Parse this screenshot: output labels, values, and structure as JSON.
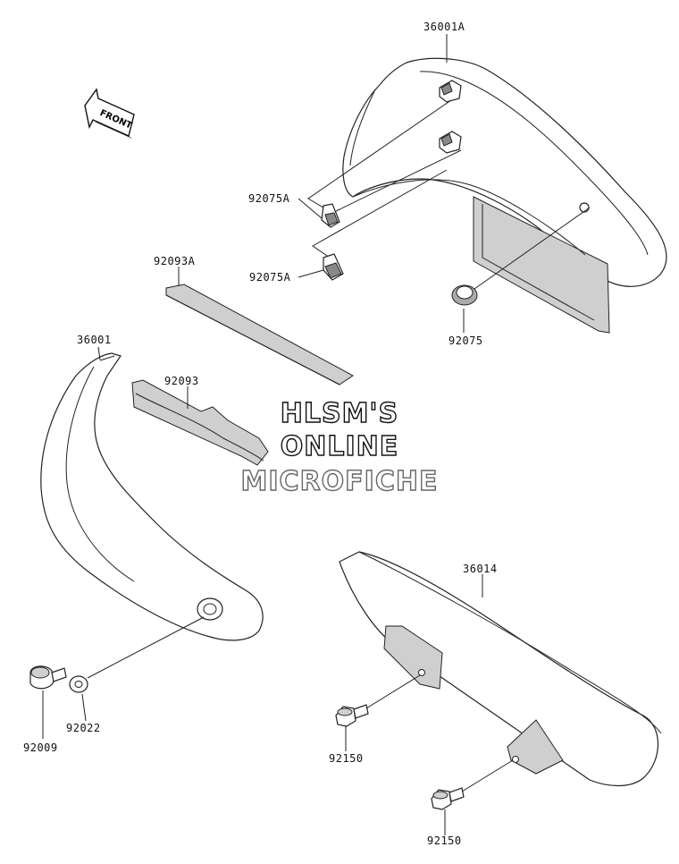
{
  "labels": {
    "p36001a": "36001A",
    "p92075a_1": "92075A",
    "p92075a_2": "92075A",
    "p92093a": "92093A",
    "p92075": "92075",
    "p36001": "36001",
    "p92093": "92093",
    "p36014": "36014",
    "p92009": "92009",
    "p92022": "92022",
    "p92150_1": "92150",
    "p92150_2": "92150"
  },
  "front_arrow": "FRONT",
  "watermark": {
    "line1": "HLSM'S",
    "line2": "ONLINE",
    "line3": "MICROFICHE"
  }
}
